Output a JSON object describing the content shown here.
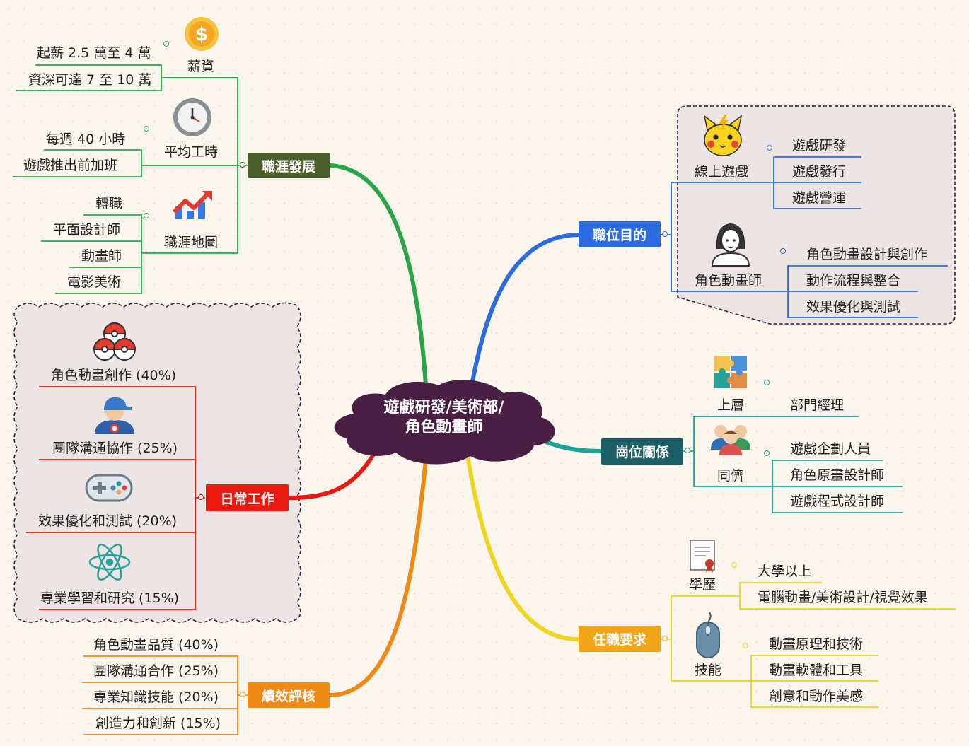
{
  "center": {
    "line1": "遊戲研發/美術部/",
    "line2": "角色動畫師"
  },
  "branches": {
    "career": {
      "label": "職涯發展",
      "salary": {
        "label": "薪資",
        "items": [
          "起薪 2.5 萬至 4 萬",
          "資深可達 7 至 10 萬"
        ]
      },
      "hours": {
        "label": "平均工時",
        "items": [
          "每週 40 小時",
          "遊戲推出前加班"
        ]
      },
      "map": {
        "label": "職涯地圖",
        "items": [
          "轉職",
          "平面設計師",
          "動畫師",
          "電影美術"
        ]
      }
    },
    "daily": {
      "label": "日常工作",
      "items": [
        "角色動畫創作 (40%)",
        "團隊溝通協作 (25%)",
        "效果優化和測試 (20%)",
        "專業學習和研究 (15%)"
      ]
    },
    "performance": {
      "label": "績效評核",
      "items": [
        "角色動畫品質 (40%)",
        "團隊溝通合作 (25%)",
        "專業知識技能 (20%)",
        "創造力和創新 (15%)"
      ]
    },
    "purpose": {
      "label": "職位目的",
      "online": {
        "label": "線上遊戲",
        "items": [
          "遊戲研發",
          "遊戲發行",
          "遊戲營運"
        ]
      },
      "animator": {
        "label": "角色動畫師",
        "items": [
          "角色動畫設計與創作",
          "動作流程與整合",
          "效果優化與測試"
        ]
      }
    },
    "relation": {
      "label": "崗位關係",
      "upper": {
        "label": "上層",
        "items": [
          "部門經理"
        ]
      },
      "peer": {
        "label": "同儕",
        "items": [
          "遊戲企劃人員",
          "角色原畫設計師",
          "遊戲程式設計師"
        ]
      }
    },
    "requirement": {
      "label": "任職要求",
      "education": {
        "label": "學歷",
        "items": [
          "大學以上",
          "電腦動畫/美術設計/視覺效果"
        ]
      },
      "skill": {
        "label": "技能",
        "items": [
          "動畫原理和技術",
          "動畫軟體和工具",
          "創意和動作美感"
        ]
      }
    }
  },
  "colors": {
    "career": "#4b5f2c",
    "daily": "#e8190f",
    "performance": "#f08a16",
    "purpose": "#2a6be0",
    "relation": "#1a5e66",
    "requirement": "#f2a516",
    "center": "#4a1f44",
    "career_line": "#2aa54a",
    "relation_line": "#1aa397",
    "requirement_line": "#efd51b",
    "boundary_fill": "#e9e2e2",
    "boundary_stroke": "#3a1a3a"
  },
  "icons": [
    "coin-icon",
    "clock-icon",
    "growth-chart-icon",
    "pokeball-icon",
    "trainer-icon",
    "gamepad-icon",
    "atom-icon",
    "pikachu-icon",
    "woman-icon",
    "puzzle-icon",
    "people-icon",
    "certificate-icon",
    "mouse-icon"
  ]
}
